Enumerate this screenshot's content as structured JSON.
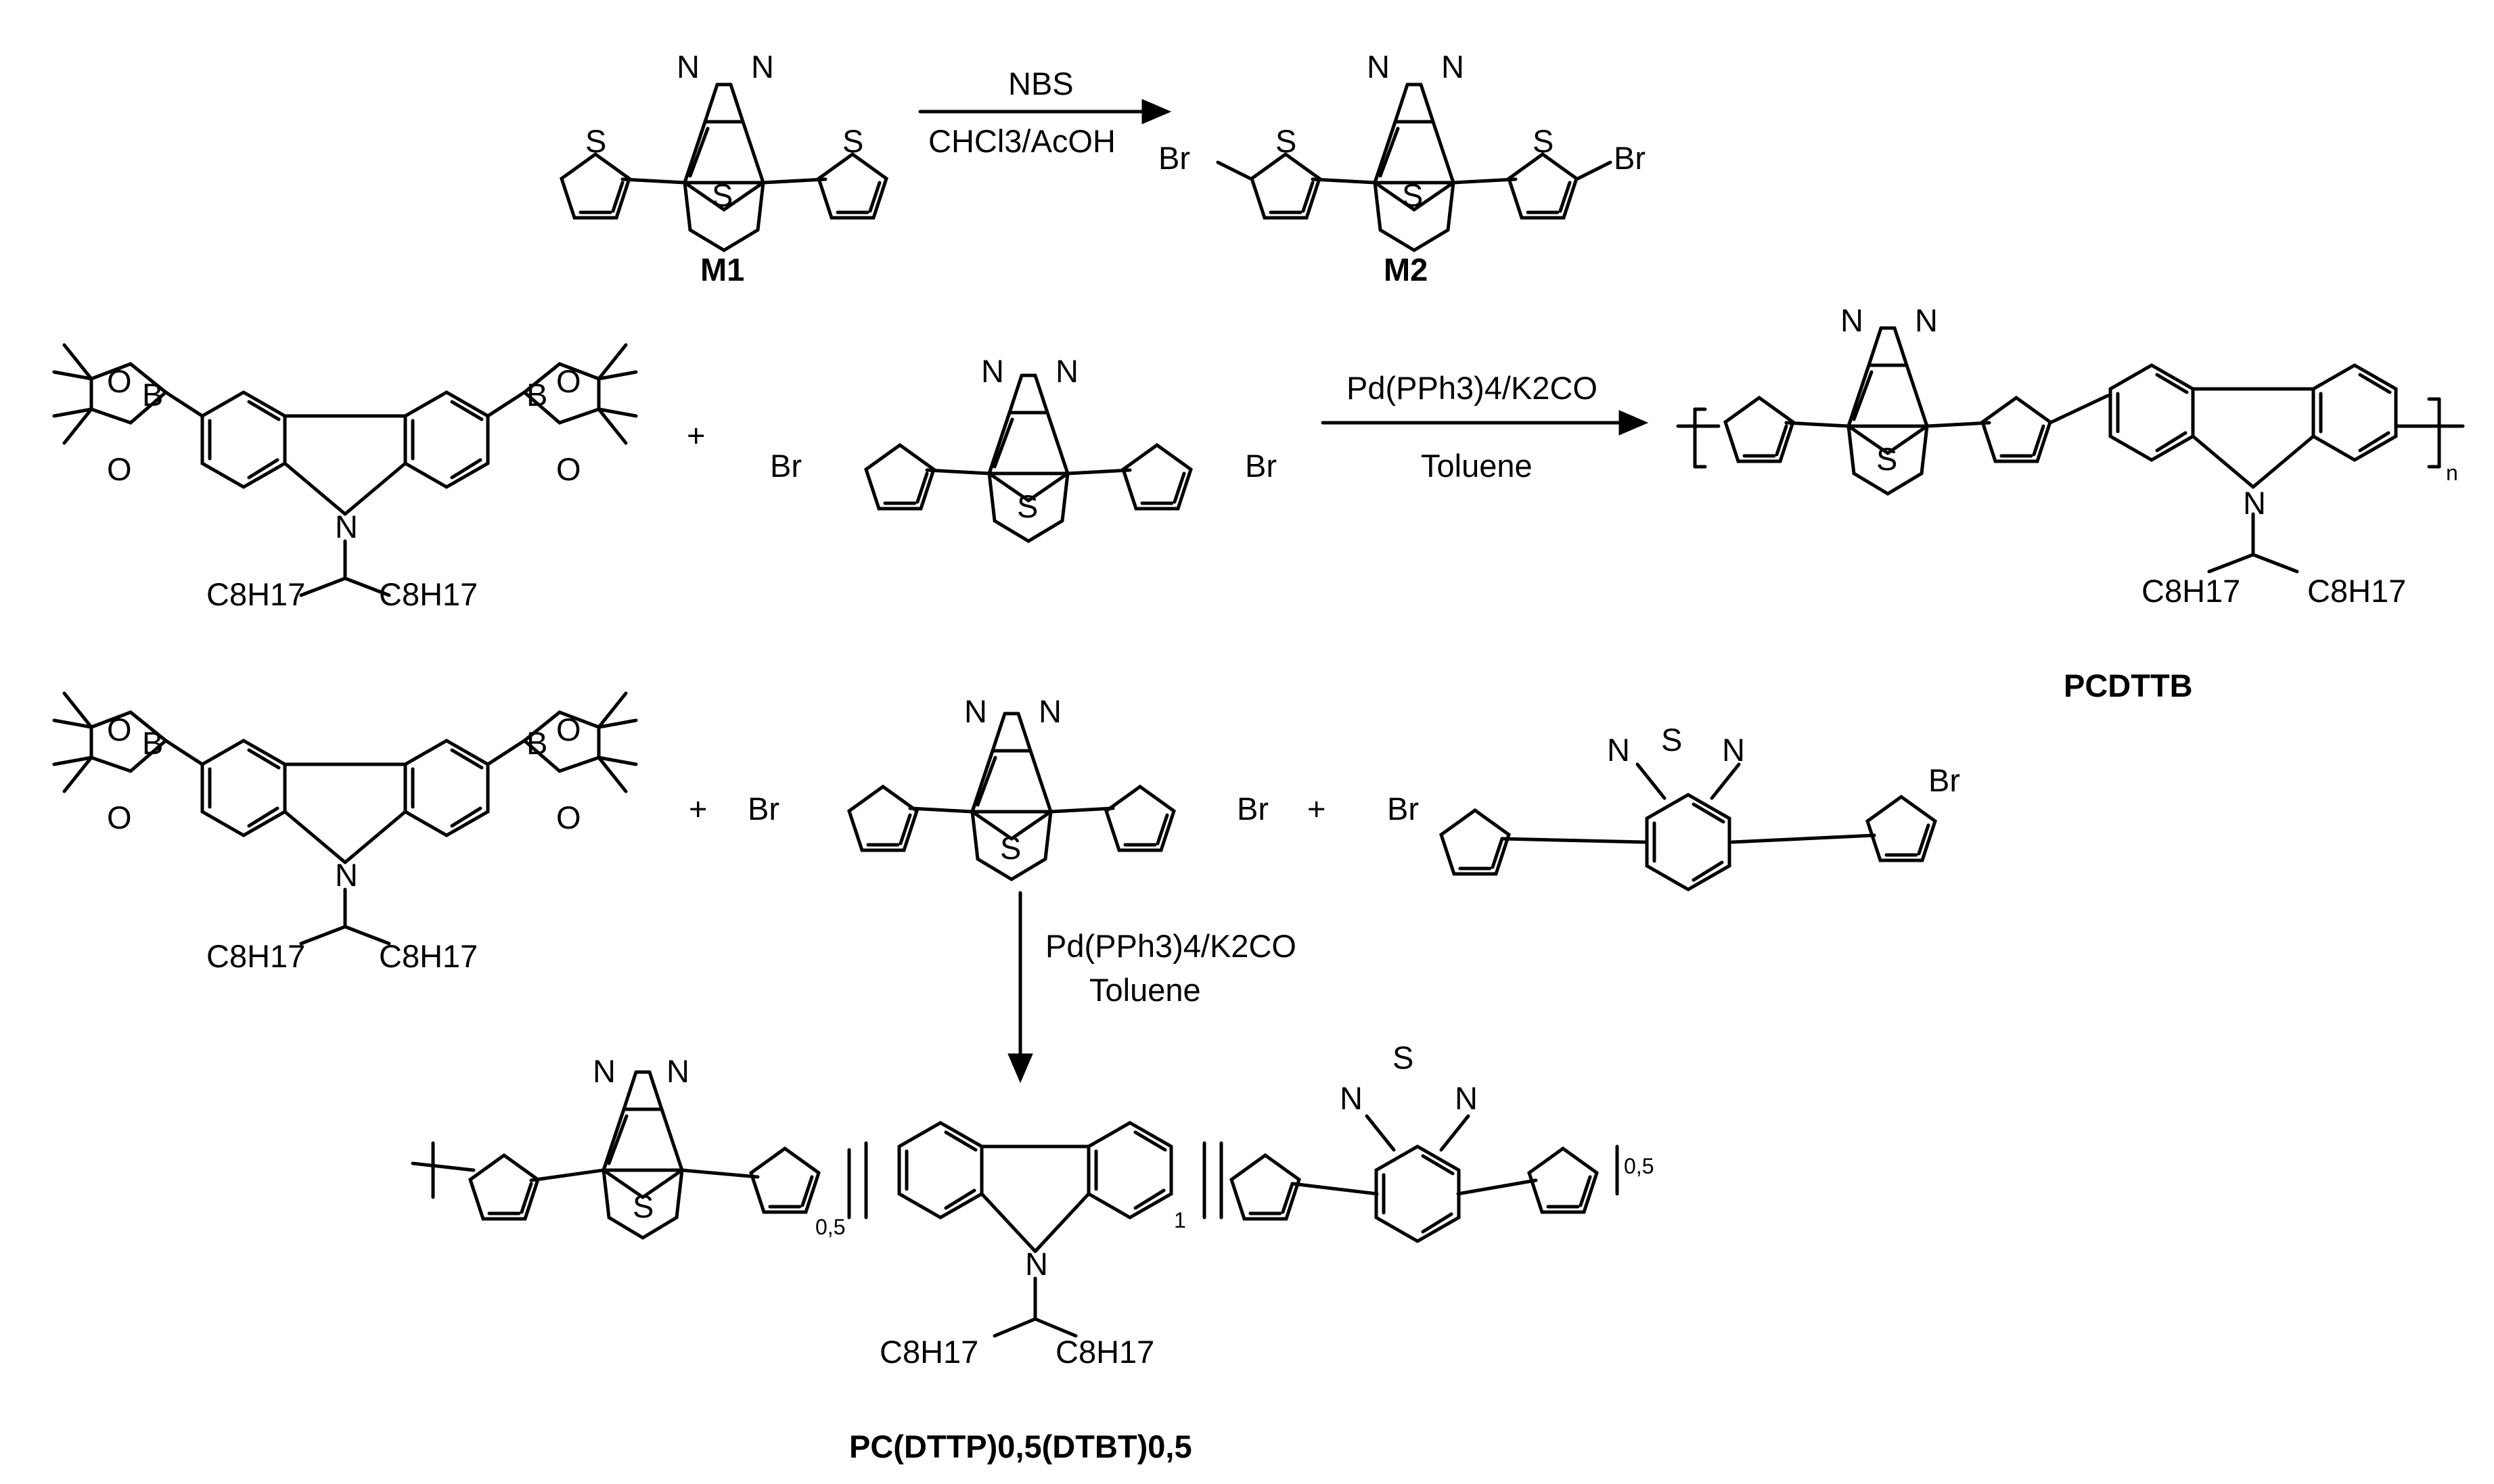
{
  "reaction_1": {
    "reagent": "NBS",
    "solvent": "CHCl3/AcOH",
    "reactant_label": "M1",
    "product_label": "M2"
  },
  "reaction_2": {
    "catalyst": "Pd(PPh3)4/K2CO",
    "solvent": "Toluene",
    "plus": "+",
    "product_label": "PCDTTB",
    "repeat_subscript": "n"
  },
  "reaction_3": {
    "catalyst": "Pd(PPh3)4/K2CO",
    "solvent": "Toluene",
    "plus": "+",
    "product_label": "PC(DTTP)0,5(DTBT)0,5",
    "subscripts": [
      "0,5",
      "1",
      "0,5"
    ]
  },
  "atoms": {
    "S": "S",
    "N": "N",
    "Br": "Br",
    "B": "B",
    "O": "O",
    "alkyl": "C8H17"
  },
  "colors": {
    "ink": "#000000",
    "background": "#ffffff"
  }
}
